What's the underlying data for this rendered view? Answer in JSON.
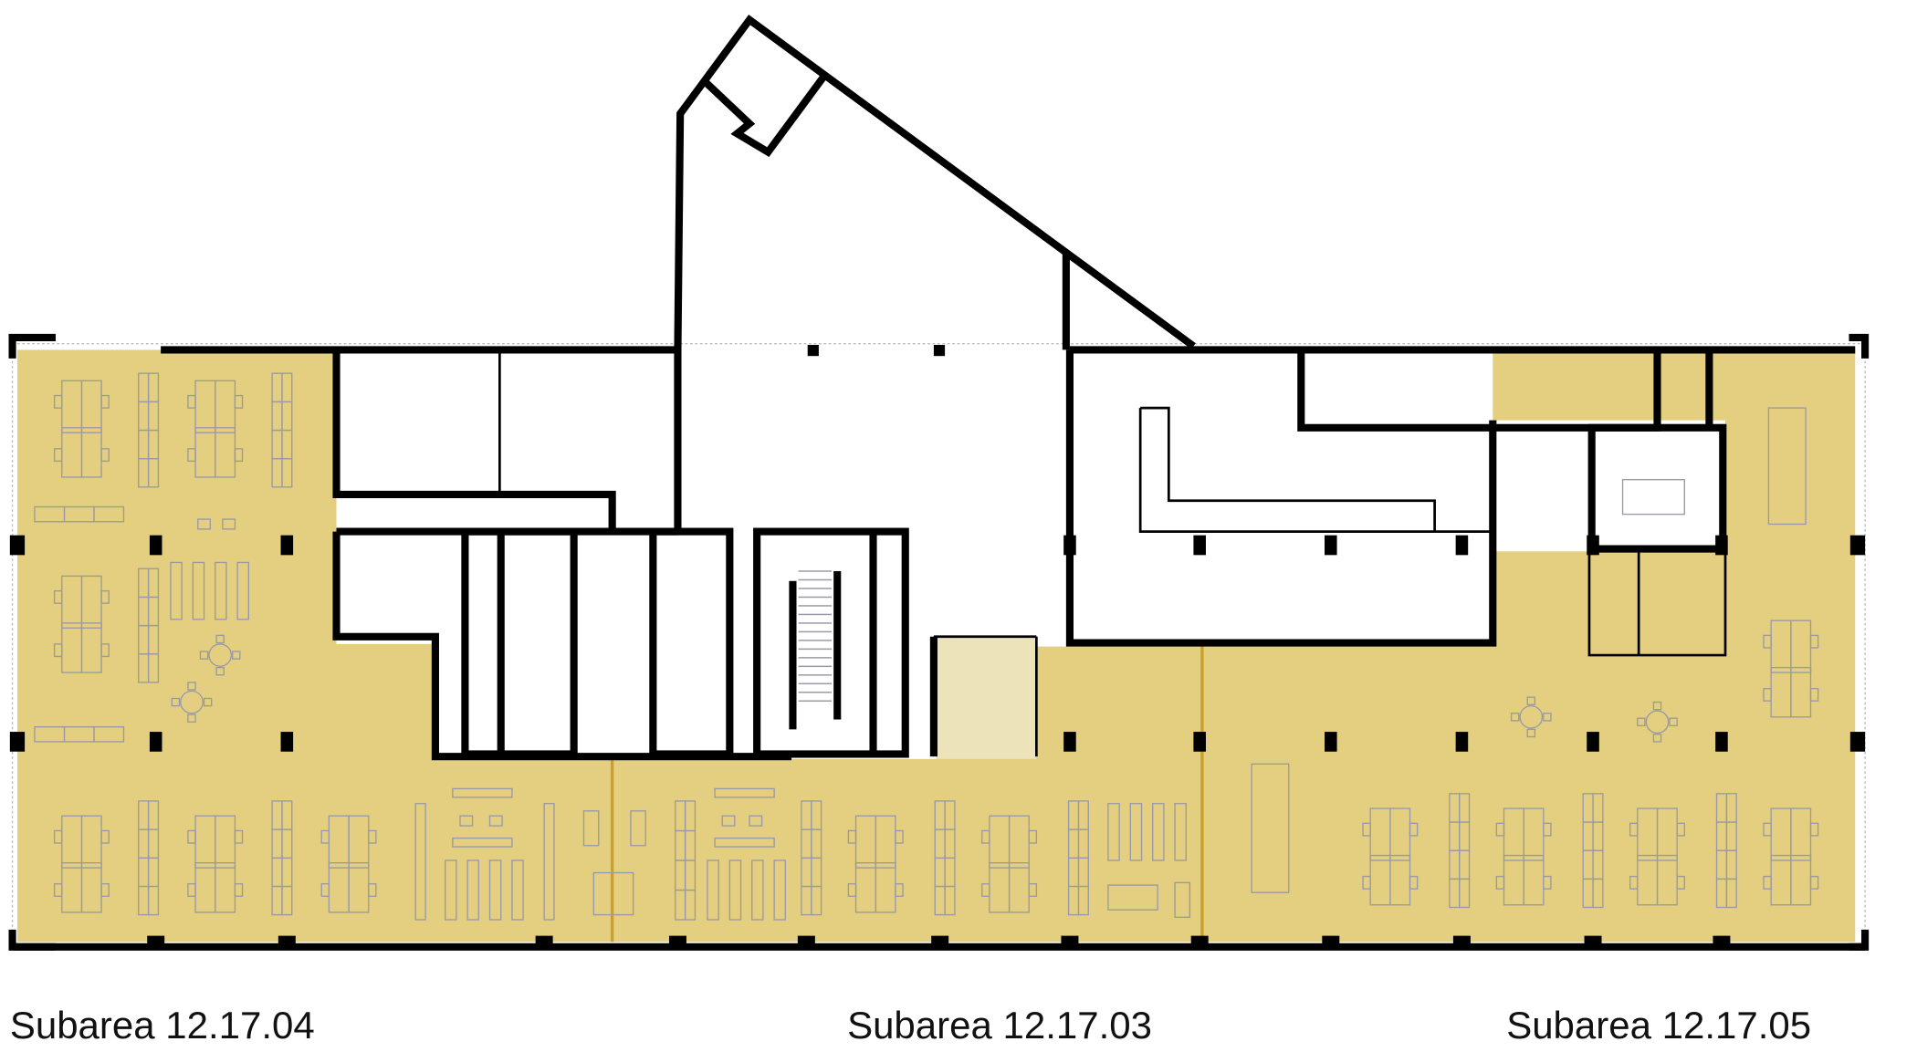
{
  "plan": {
    "colors": {
      "subarea_fill": "#e3cf7f",
      "subarea_divider": "#c9a227",
      "wall": "#000000",
      "furniture": "#9a9aa6"
    },
    "subareas": [
      {
        "label": "Subarea 12.17.04"
      },
      {
        "label": "Subarea 12.17.03"
      },
      {
        "label": "Subarea 12.17.05"
      }
    ]
  }
}
